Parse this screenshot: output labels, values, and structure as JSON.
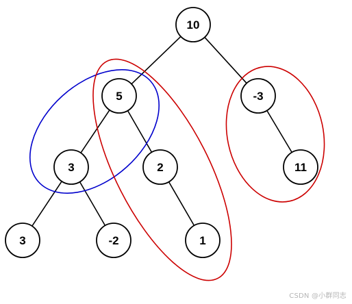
{
  "tree": {
    "nodes": [
      {
        "id": "root",
        "value": "10"
      },
      {
        "id": "left",
        "value": "5"
      },
      {
        "id": "right",
        "value": "-3"
      },
      {
        "id": "left-left",
        "value": "3"
      },
      {
        "id": "left-right",
        "value": "2"
      },
      {
        "id": "right-right",
        "value": "11"
      },
      {
        "id": "left-left-left",
        "value": "3"
      },
      {
        "id": "left-left-right",
        "value": "-2"
      },
      {
        "id": "left-right-right",
        "value": "1"
      }
    ],
    "edges": [
      [
        "root",
        "left"
      ],
      [
        "root",
        "right"
      ],
      [
        "left",
        "left-left"
      ],
      [
        "left",
        "left-right"
      ],
      [
        "right",
        "right-right"
      ],
      [
        "left-left",
        "left-left-left"
      ],
      [
        "left-left",
        "left-left-right"
      ],
      [
        "left-right",
        "left-right-right"
      ]
    ]
  },
  "highlights": [
    {
      "name": "highlight-path-5-3",
      "color": "#0000cc",
      "nodes": [
        "left",
        "left-left"
      ]
    },
    {
      "name": "highlight-path-5-2-1",
      "color": "#cc0000",
      "nodes": [
        "left",
        "left-right",
        "left-right-right"
      ]
    },
    {
      "name": "highlight-path-minus3-11",
      "color": "#cc0000",
      "nodes": [
        "right",
        "right-right"
      ]
    }
  ],
  "watermark": "CSDN @小群同志"
}
